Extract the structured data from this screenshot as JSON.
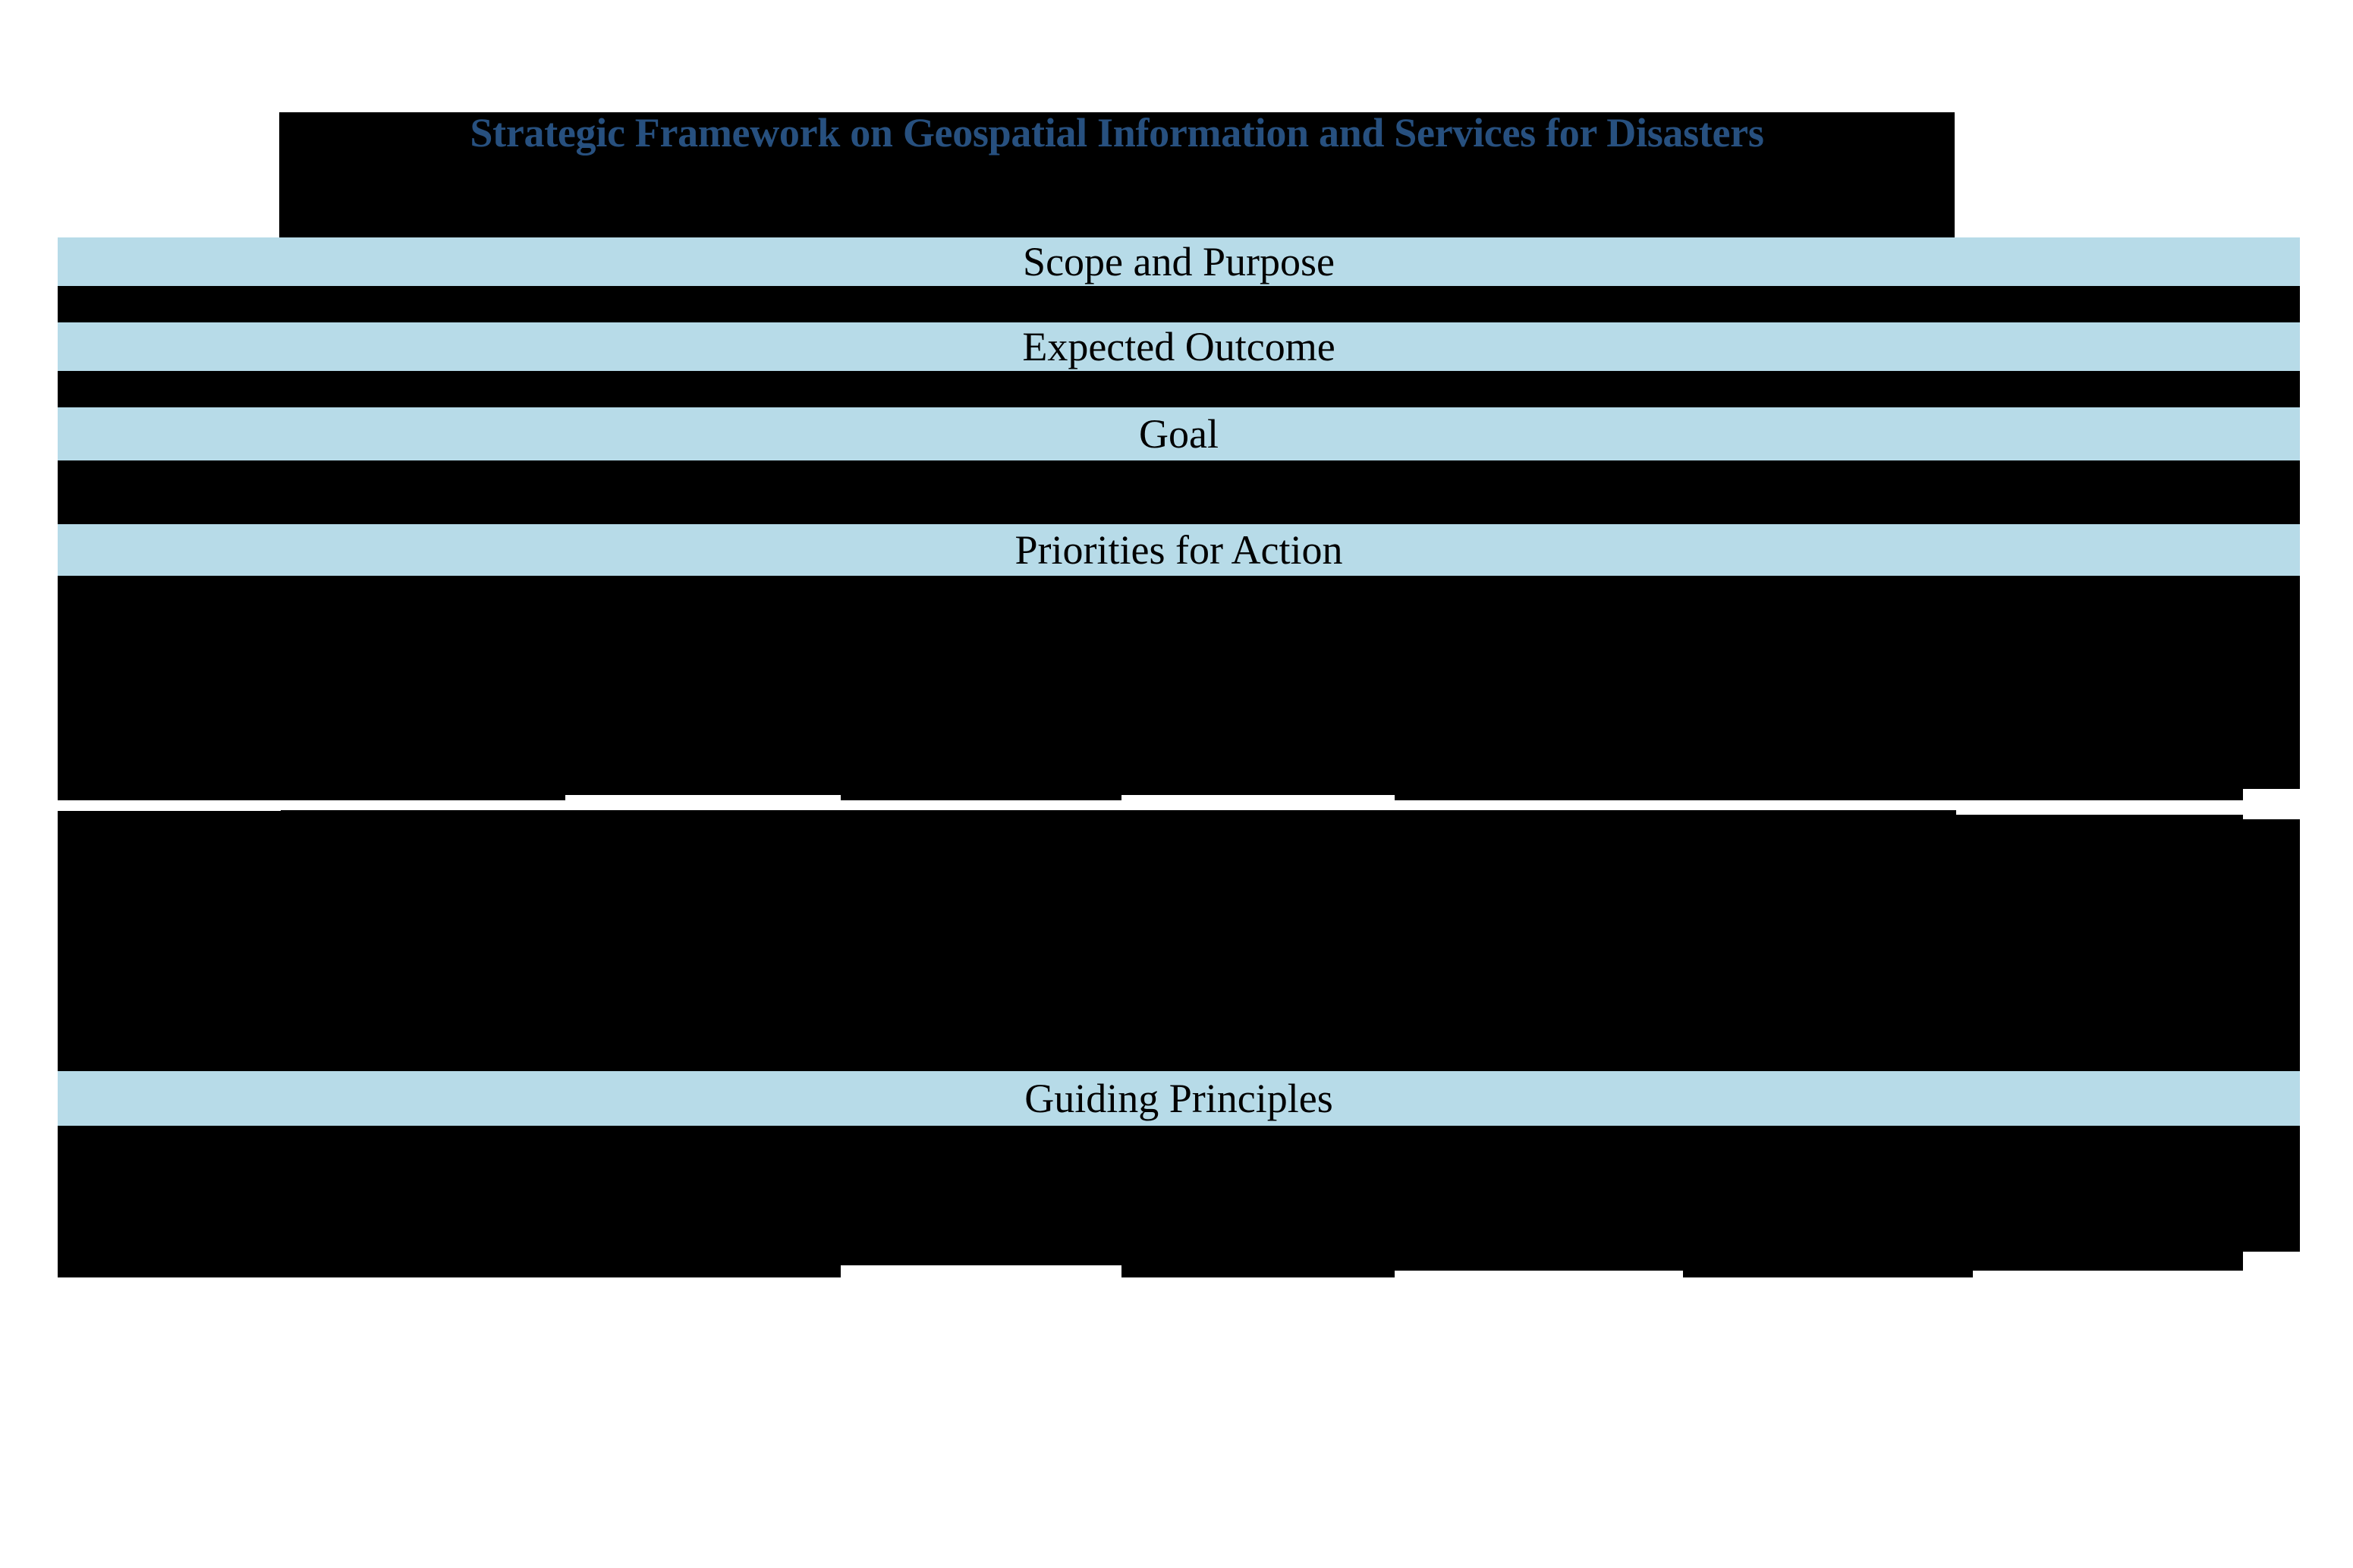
{
  "document": {
    "title": "Strategic Framework on Geospatial Information and Services for Disasters",
    "title_color": "#27507f",
    "band_color": "#b7dbe8",
    "redaction_color": "#000000",
    "page_background": "#ffffff"
  },
  "sections": [
    {
      "id": "scope",
      "label": "Scope and Purpose",
      "body_redacted": true
    },
    {
      "id": "outcome",
      "label": "Expected Outcome",
      "body_redacted": true
    },
    {
      "id": "goal",
      "label": "Goal",
      "body_redacted": true
    },
    {
      "id": "priorities",
      "label": "Priorities for Action",
      "body_redacted": true
    },
    {
      "id": "guiding",
      "label": "Guiding Principles",
      "body_redacted": true
    }
  ],
  "redacted_blocks": {
    "title_block_label": "redacted-title-block",
    "scope_body_label": "redacted-scope-body",
    "outcome_body_label": "redacted-outcome-body",
    "goal_body_label": "redacted-goal-body",
    "priorities_body_label": "redacted-priorities-body",
    "priorities_columns_label": "redacted-priorities-columns",
    "guiding_body_label": "redacted-guiding-body"
  }
}
